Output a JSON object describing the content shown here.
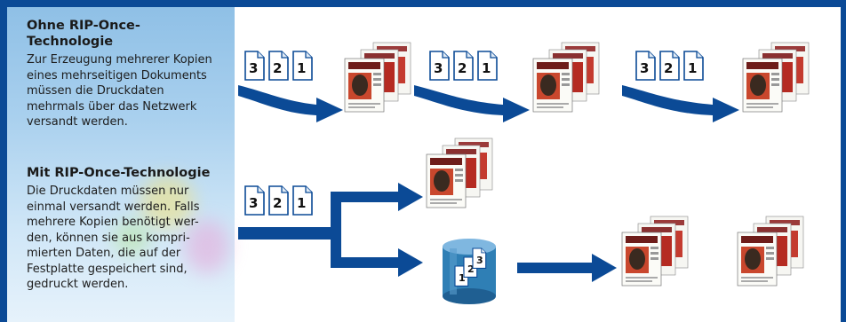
{
  "sections": [
    {
      "heading": "Ohne RIP-Once-Technologie",
      "heading_lines": [
        "Ohne RIP-Once-",
        "Technologie"
      ],
      "body_lines": [
        "Zur Erzeugung mehrerer Kopien",
        "eines mehrseitigen Dokuments",
        "müssen die Druckdaten",
        "mehrmals über das Netzwerk",
        "versandt werden."
      ]
    },
    {
      "heading": "Mit RIP-Once-Technologie",
      "body_lines": [
        "Die Druckdaten müssen nur",
        "einmal versandt werden. Falls",
        "mehrere Kopien benötigt wer-",
        "den, können sie aus kompri-",
        "mierten Daten, die auf der",
        "Festplatte gespeichert sind,",
        "gedruckt werden."
      ]
    }
  ],
  "page_numbers": [
    "3",
    "2",
    "1"
  ],
  "colors": {
    "frame": "#0b4a96",
    "arrow": "#0b4a96",
    "panel_top": "#8fc0e6",
    "panel_bottom": "#e6f2fb",
    "disk": "#2f7fb5"
  }
}
